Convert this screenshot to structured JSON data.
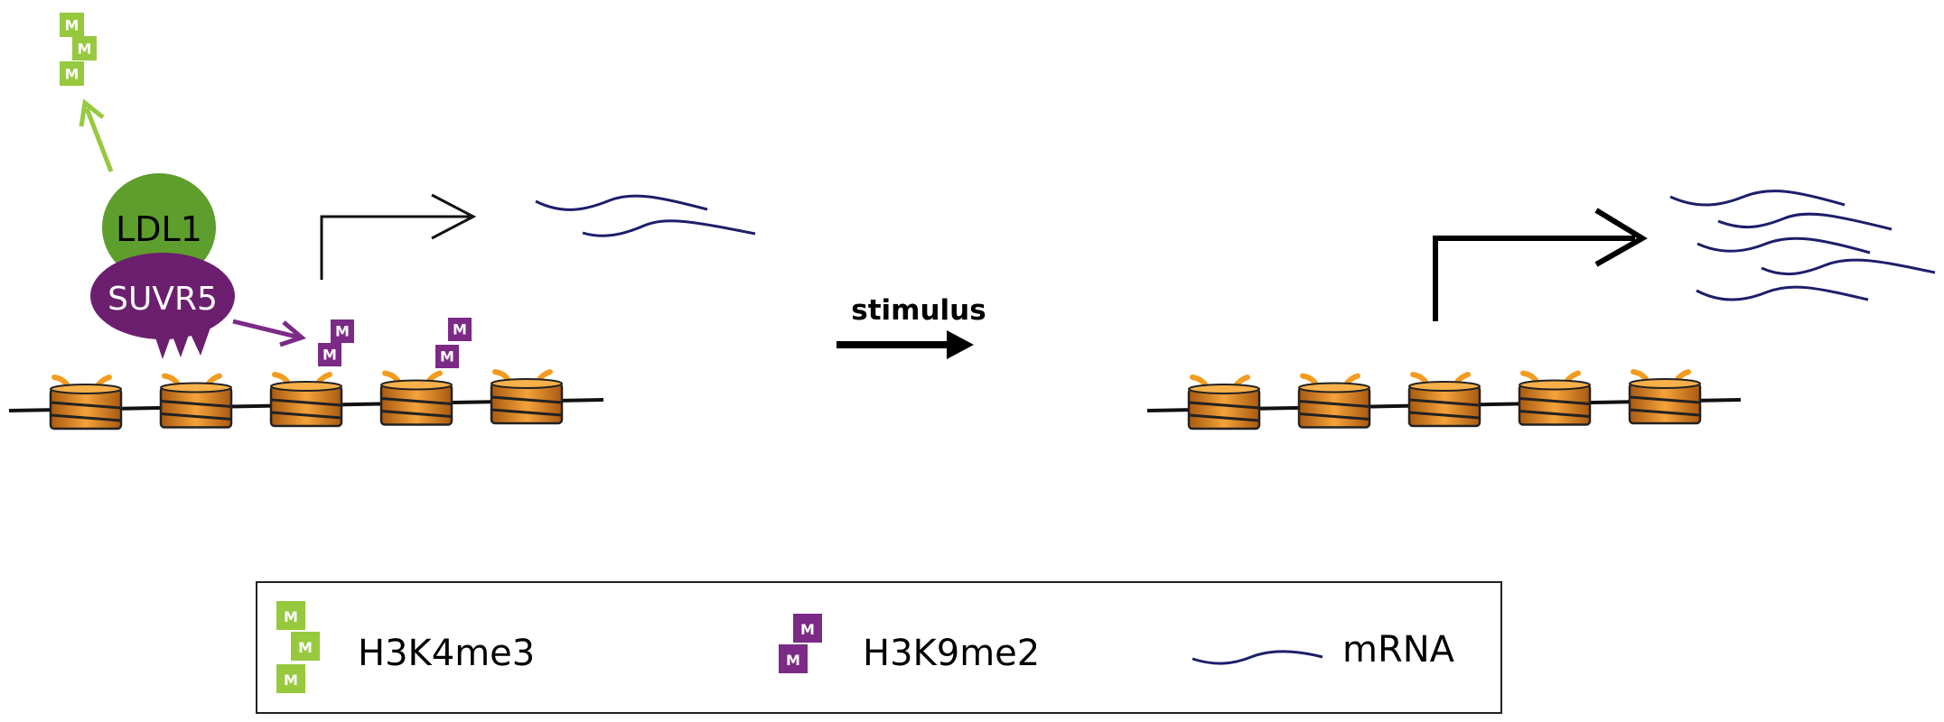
{
  "colors": {
    "ldl1": "#5e9e2c",
    "suvr5": "#6b1f6e",
    "h3k4me3": "#96c93d",
    "h3k9me2": "#7b2a86",
    "nucleosome": "#e8901e",
    "histone_tail": "#f39c1f",
    "mrna": "#1c1f6b",
    "dna": "#111111"
  },
  "labels": {
    "ldl1": "LDL1",
    "suvr5": "SUVR5",
    "stimulus": "stimulus",
    "methyl_mark": "M"
  },
  "legend": {
    "items": [
      {
        "label": "H3K4me3",
        "icon": "h3k4me3-marks-icon"
      },
      {
        "label": "H3K9me2",
        "icon": "h3k9me2-marks-icon"
      },
      {
        "label": "mRNA",
        "icon": "mrna-wave-icon"
      }
    ]
  },
  "panels": {
    "before": {
      "mrna_count": 2,
      "promoter_arrow": "thin"
    },
    "after": {
      "mrna_count": 5,
      "promoter_arrow": "bold"
    }
  }
}
